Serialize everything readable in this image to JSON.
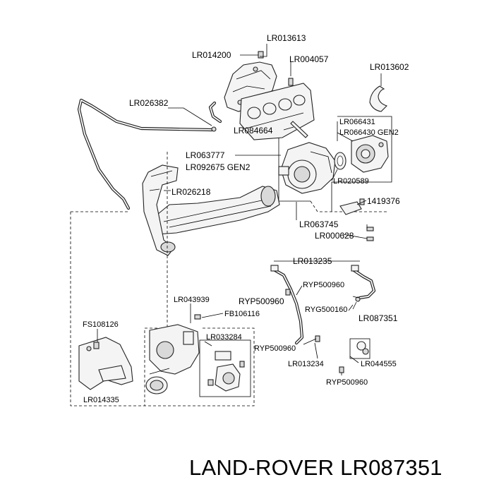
{
  "labels": {
    "lr013613": "LR013613",
    "lr014200": "LR014200",
    "lr004057": "LR004057",
    "lr013602": "LR013602",
    "lr026382": "LR026382",
    "lr066431": "LR066431",
    "lr066430": "LR066430 GEN2",
    "lr084664": "LR084664",
    "lr063777": "LR063777",
    "lr092675": "LR092675 GEN2",
    "lr026218": "LR026218",
    "lr020589": "LR020589",
    "n1419376": "1419376",
    "lr063745": "LR063745",
    "lr000628": "LR000628",
    "lr013235": "LR013235",
    "ryp500960_a": "RYP500960",
    "ryp500960_main": "RYP500960",
    "ryg500160": "RYG500160",
    "lr043939": "LR043939",
    "fb106116": "FB106116",
    "lr087351": "LR087351",
    "fs108126": "FS108126",
    "lr033284": "LR033284",
    "ryp500960_b": "RYP500960",
    "lr013234": "LR013234",
    "lr044555": "LR044555",
    "ryp500960_c": "RYP500960",
    "lr014335": "LR014335"
  },
  "footer": {
    "title": "LAND-ROVER LR087351"
  }
}
